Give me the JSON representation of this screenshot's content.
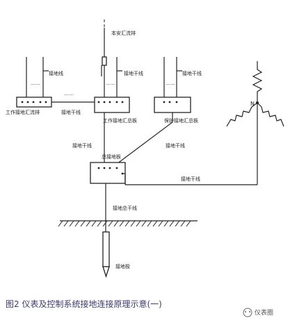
{
  "labels": {
    "section_bus": "本安汇流排",
    "ground_wire_upper_left": "接地线",
    "ground_trunk_top_center": "接地干线",
    "ground_trunk_top_right": "接地干线",
    "working_ground_busbar_left": "工作接地汇流排",
    "ground_trunk_left_middle": "接地干线",
    "working_ground_bus_center": "工作接地汇总板",
    "protective_ground_bus": "保护接地汇总板",
    "neutral_n": "N",
    "ground_trunk_vertical_left": "接地干线",
    "ground_trunk_vertical_right": "接地干线",
    "main_ground_plate": "总接地板",
    "ground_trunk_horizontal": "接地干线",
    "ground_main_trunk": "接地总干线",
    "ground_electrode": "接地极"
  },
  "caption": "图2 仪表及控制系统接地连接原理示意(一)",
  "watermark": "仪表圈"
}
